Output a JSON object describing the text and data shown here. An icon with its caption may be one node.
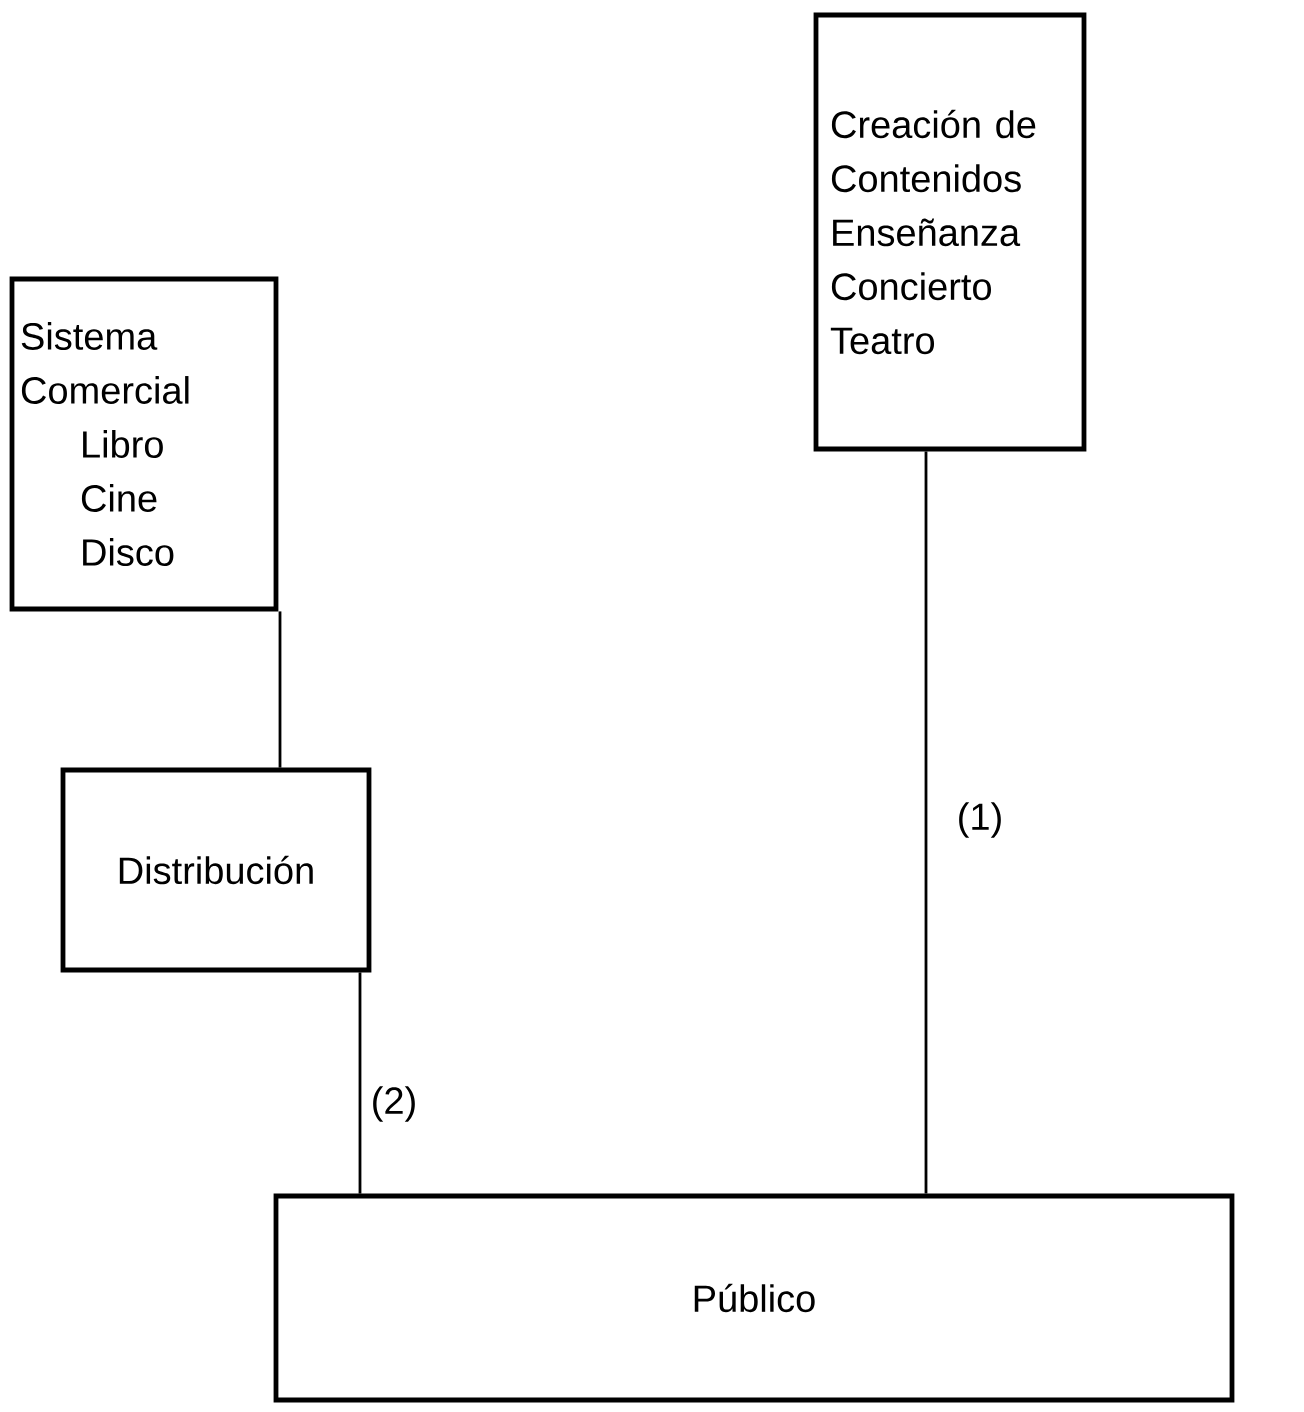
{
  "diagram": {
    "nodes": [
      {
        "text": [
          "Creación de Contenidos",
          "Enseñanza",
          "Concierto",
          "Teatro"
        ]
      },
      {
        "text": [
          "Sistema Comercial",
          "Libro",
          "Cine",
          "Disco"
        ]
      },
      {
        "text": [
          "Distribución"
        ]
      },
      {
        "text": [
          "Público"
        ]
      }
    ],
    "edges": [
      {
        "from": 1,
        "to": 2,
        "arrow": "none"
      },
      {
        "from": 2,
        "to": 3,
        "arrow": "none",
        "label": "(2)"
      },
      {
        "from": 0,
        "to": 3,
        "arrow": "none",
        "label": "(1)"
      }
    ]
  }
}
